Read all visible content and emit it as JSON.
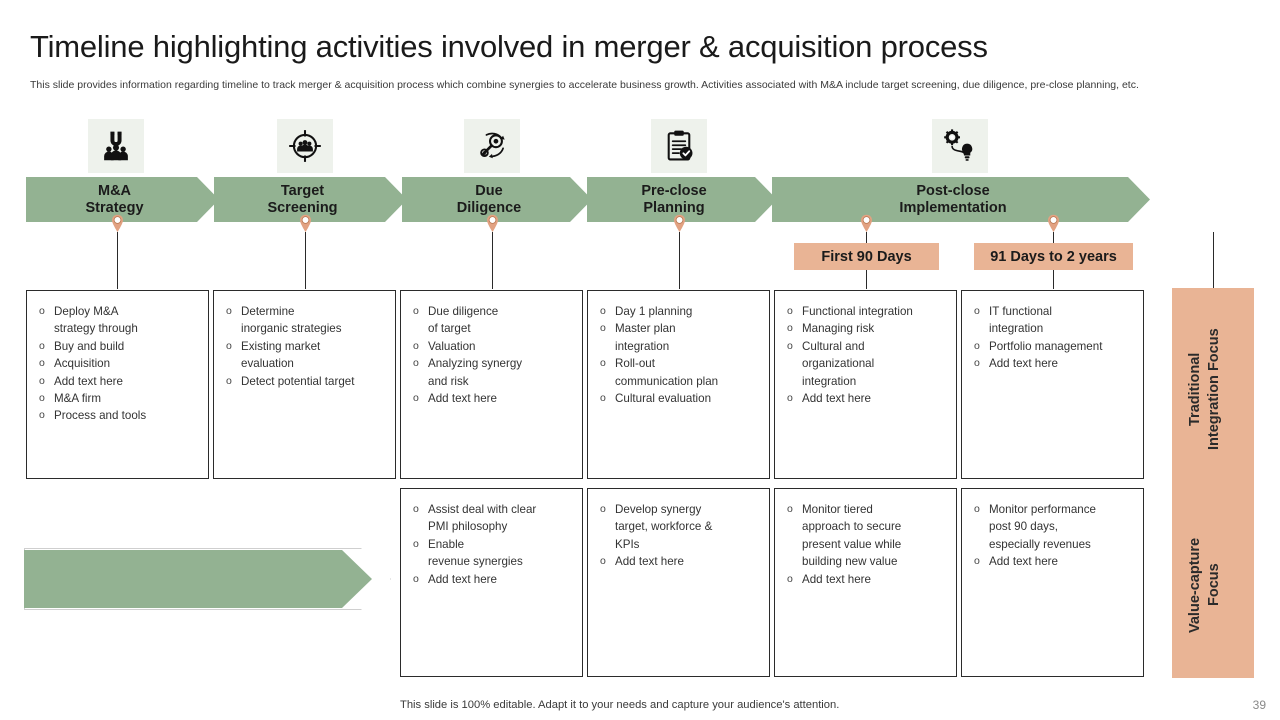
{
  "slide": {
    "title": "Timeline highlighting activities involved in merger & acquisition process",
    "subtitle": "This slide provides information regarding timeline to track merger & acquisition process which combine synergies to accelerate business growth. Activities associated with M&A include target screening, due diligence, pre-close planning, etc.",
    "footer_note": "This slide is 100% editable. Adapt it to your needs and capture your audience's attention.",
    "page_number": "39"
  },
  "colors": {
    "green": "#93b292",
    "salmon": "#e9b495",
    "icon_tile": "#eef2ec",
    "text_dark": "#1b1b1b",
    "box_border": "#2b2b2b"
  },
  "phases": [
    {
      "label": "M&A\nStrategy",
      "icon": "magnet-people-icon"
    },
    {
      "label": "Target\nScreening",
      "icon": "target-people-icon"
    },
    {
      "label": "Due\nDiligence",
      "icon": "magnifier-gear-icon"
    },
    {
      "label": "Pre-close\nPlanning",
      "icon": "clipboard-check-icon"
    },
    {
      "label": "Post-close\nImplementation",
      "icon": "gear-lightbulb-icon"
    }
  ],
  "badges": [
    {
      "label": "First 90 Days"
    },
    {
      "label": "91 Days to 2 years"
    }
  ],
  "row1": [
    {
      "items": [
        "Deploy M&A\nstrategy through",
        "Buy and build",
        "Acquisition",
        "Add text here",
        "M&A firm",
        "Process and tools"
      ]
    },
    {
      "items": [
        "Determine\ninorganic strategies",
        "Existing market\nevaluation",
        "Detect potential target"
      ]
    },
    {
      "items": [
        "Due diligence\nof target",
        "Valuation",
        "Analyzing synergy\nand risk",
        "Add text here"
      ]
    },
    {
      "items": [
        "Day 1 planning",
        "Master plan\nintegration",
        "Roll-out\ncommunication plan",
        "Cultural evaluation"
      ]
    },
    {
      "items": [
        "Functional integration",
        "Managing risk",
        "Cultural and\norganizational\nintegration",
        "Add text here"
      ]
    },
    {
      "items": [
        "IT functional\nintegration",
        "Portfolio management",
        "Add text here"
      ]
    }
  ],
  "row2": [
    {
      "items": [
        "Assist deal with clear\nPMI philosophy",
        "Enable\nrevenue synergies",
        "Add text here"
      ]
    },
    {
      "items": [
        "Develop synergy\ntarget, workforce &\nKPIs",
        "Add text here"
      ]
    },
    {
      "items": [
        "Monitor tiered\napproach to secure\npresent value while\nbuilding new value",
        "Add text here"
      ]
    },
    {
      "items": [
        "Monitor performance\npost 90 days,\nespecially revenues",
        "Add text here"
      ]
    }
  ],
  "focus": [
    {
      "label": "Traditional\nIntegration Focus"
    },
    {
      "label": "Value-capture\nFocus"
    }
  ]
}
